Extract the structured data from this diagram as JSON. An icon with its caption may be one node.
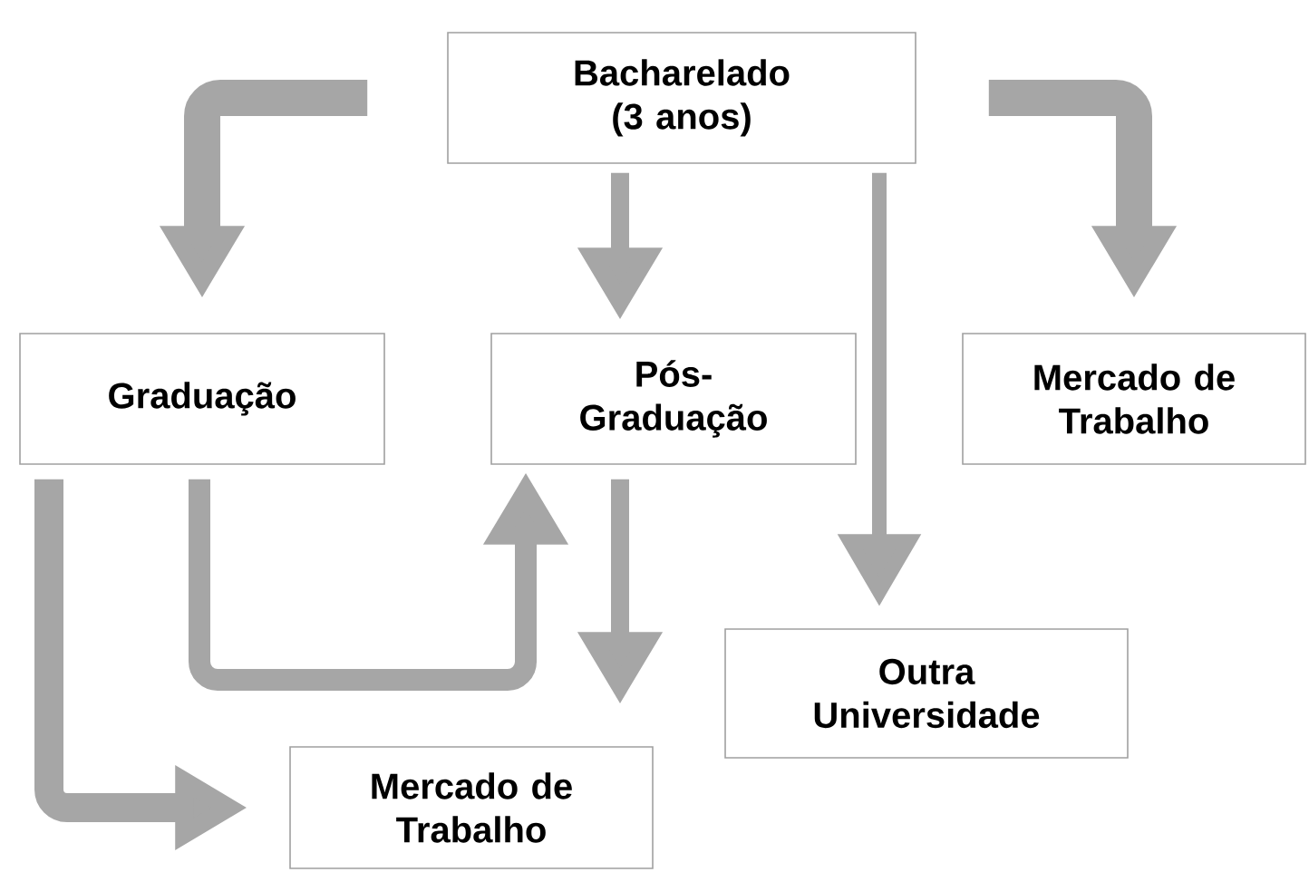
{
  "diagram": {
    "nodes": [
      {
        "text": [
          "Bacharelado (3 anos)"
        ]
      },
      {
        "text": [
          "Graduação"
        ]
      },
      {
        "text": [
          "Pós-Graduação"
        ]
      },
      {
        "text": [
          "Mercado de Trabalho"
        ]
      },
      {
        "text": [
          "Outra Universidade"
        ]
      },
      {
        "text": [
          "Mercado de Trabalho"
        ]
      }
    ],
    "edges": [
      {
        "from": 0,
        "to": 1,
        "arrow": "to"
      },
      {
        "from": 0,
        "to": 2,
        "arrow": "to"
      },
      {
        "from": 0,
        "to": 4,
        "arrow": "to"
      },
      {
        "from": 0,
        "to": 3,
        "arrow": "to"
      },
      {
        "from": 1,
        "to": 2,
        "arrow": "to"
      },
      {
        "from": 2,
        "to": 5,
        "arrow": "to"
      },
      {
        "from": 1,
        "to": 5,
        "arrow": "to"
      }
    ]
  }
}
